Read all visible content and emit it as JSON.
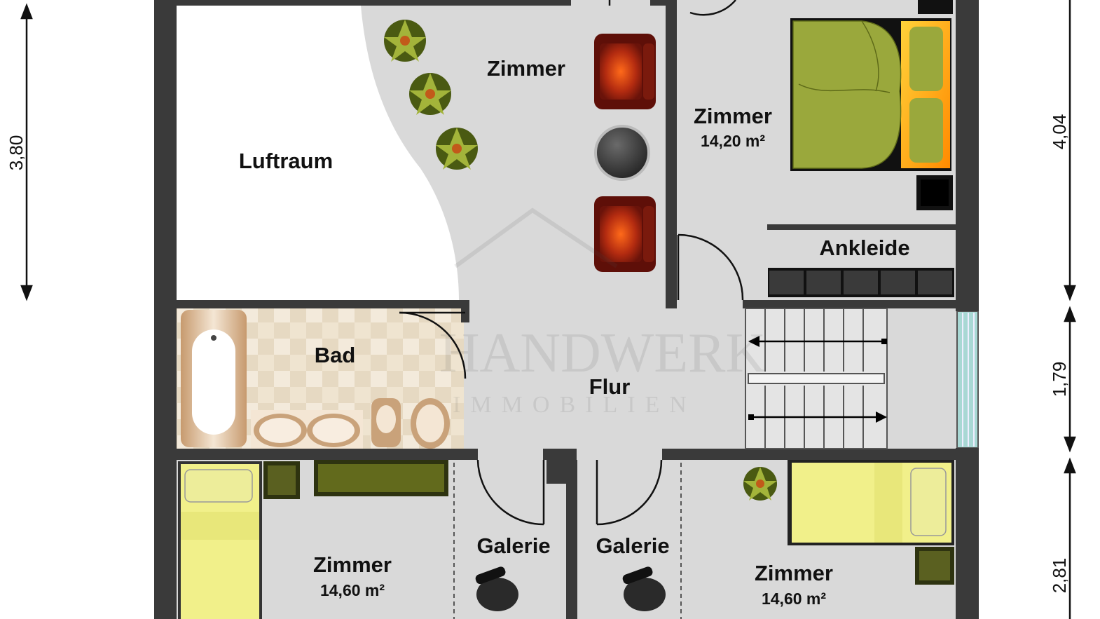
{
  "rooms": {
    "zimmer_top_middle": {
      "name": "Zimmer"
    },
    "zimmer_top_right": {
      "name": "Zimmer",
      "area": "14,20 m²"
    },
    "luftraum": {
      "name": "Luftraum"
    },
    "ankleide": {
      "name": "Ankleide"
    },
    "bad": {
      "name": "Bad"
    },
    "flur": {
      "name": "Flur"
    },
    "galerie_left": {
      "name": "Galerie"
    },
    "galerie_right": {
      "name": "Galerie"
    },
    "zimmer_bottom_left": {
      "name": "Zimmer",
      "area": "14,60 m²"
    },
    "zimmer_bottom_right": {
      "name": "Zimmer",
      "area": "14,60 m²"
    }
  },
  "dimensions": {
    "left_top": "3,80",
    "right_top": "4,04",
    "right_middle": "1,79",
    "right_bottom": "2,81"
  },
  "watermark": {
    "line1": "HANDWERK",
    "line2": "IMMOBILIEN"
  },
  "colors": {
    "wall": "#3a3a3a",
    "floor": "#d9d9d9",
    "luftraum": "#ffffff",
    "bed_green": "#9aa83c",
    "bed_yellow": "#f1f08a",
    "armchair": "#8a1c10",
    "plant": "#7d8c2c",
    "window_glass": "#a8d8d4"
  }
}
